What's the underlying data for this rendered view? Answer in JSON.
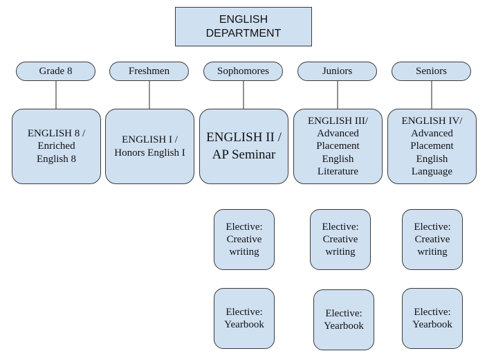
{
  "root": {
    "label": "ENGLISH\nDEPARTMENT"
  },
  "grades": [
    {
      "label": "Grade 8",
      "course": "ENGLISH 8 /\nEnriched\nEnglish 8"
    },
    {
      "label": "Freshmen",
      "course": "ENGLISH I /\nHonors English I"
    },
    {
      "label": "Sophomores",
      "course": "ENGLISH II /\nAP Seminar"
    },
    {
      "label": "Juniors",
      "course": "ENGLISH III/\nAdvanced\nPlacement\nEnglish\nLiterature"
    },
    {
      "label": "Seniors",
      "course": "ENGLISH IV/\nAdvanced\nPlacement\nEnglish\nLanguage"
    }
  ],
  "electives": {
    "creative_writing": "Elective:\nCreative\nwriting",
    "yearbook": "Elective:\nYearbook"
  },
  "colors": {
    "box_fill": "#cfe0f1",
    "border": "#3a3a3a",
    "connector": "#555555"
  }
}
